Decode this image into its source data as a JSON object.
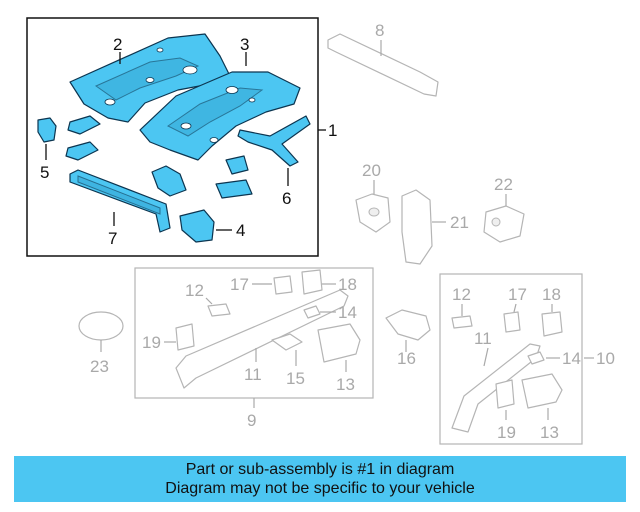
{
  "callouts": {
    "c1": "1",
    "c2": "2",
    "c3": "3",
    "c4": "4",
    "c5": "5",
    "c6": "6",
    "c7": "7",
    "c8": "8",
    "c9": "9",
    "c10": "10",
    "c11_left": "11",
    "c11_right": "11",
    "c12_left": "12",
    "c12_right": "12",
    "c13_left": "13",
    "c13_right": "13",
    "c14_left": "14",
    "c14_right": "14",
    "c15": "15",
    "c16": "16",
    "c17_left": "17",
    "c17_right": "17",
    "c18_left": "18",
    "c18_right": "18",
    "c19_left": "19",
    "c19_right": "19",
    "c20": "20",
    "c21": "21",
    "c22": "22",
    "c23": "23"
  },
  "colors": {
    "highlight": "#4cc6f2",
    "outline": "#0c3550",
    "inactive_part": "#b5b5b5",
    "banner_background": "#4cc6f2"
  },
  "banner": {
    "line1": "Part or sub-assembly is #1 in diagram",
    "line2": "Diagram may not be specific to your vehicle"
  }
}
